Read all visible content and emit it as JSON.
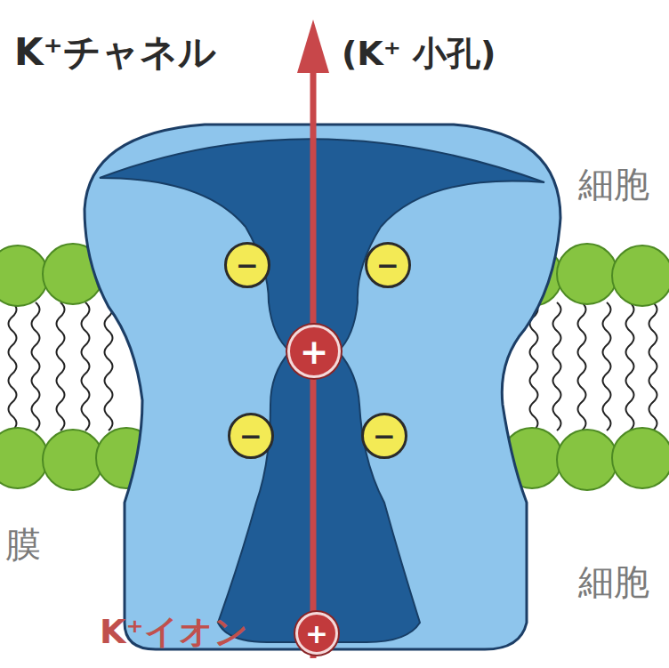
{
  "diagram": {
    "nodes": [
      {
        "text": [
          "−"
        ]
      },
      {
        "text": [
          "−"
        ]
      },
      {
        "text": [
          "+"
        ]
      },
      {
        "text": [
          "−"
        ]
      },
      {
        "text": [
          "−"
        ]
      },
      {
        "text": [
          "+"
        ]
      }
    ],
    "labels": [
      "K⁺チャネル",
      "(K⁺ 小孔)",
      "細胞",
      "膜",
      "細胞",
      "K⁺イオン"
    ]
  }
}
